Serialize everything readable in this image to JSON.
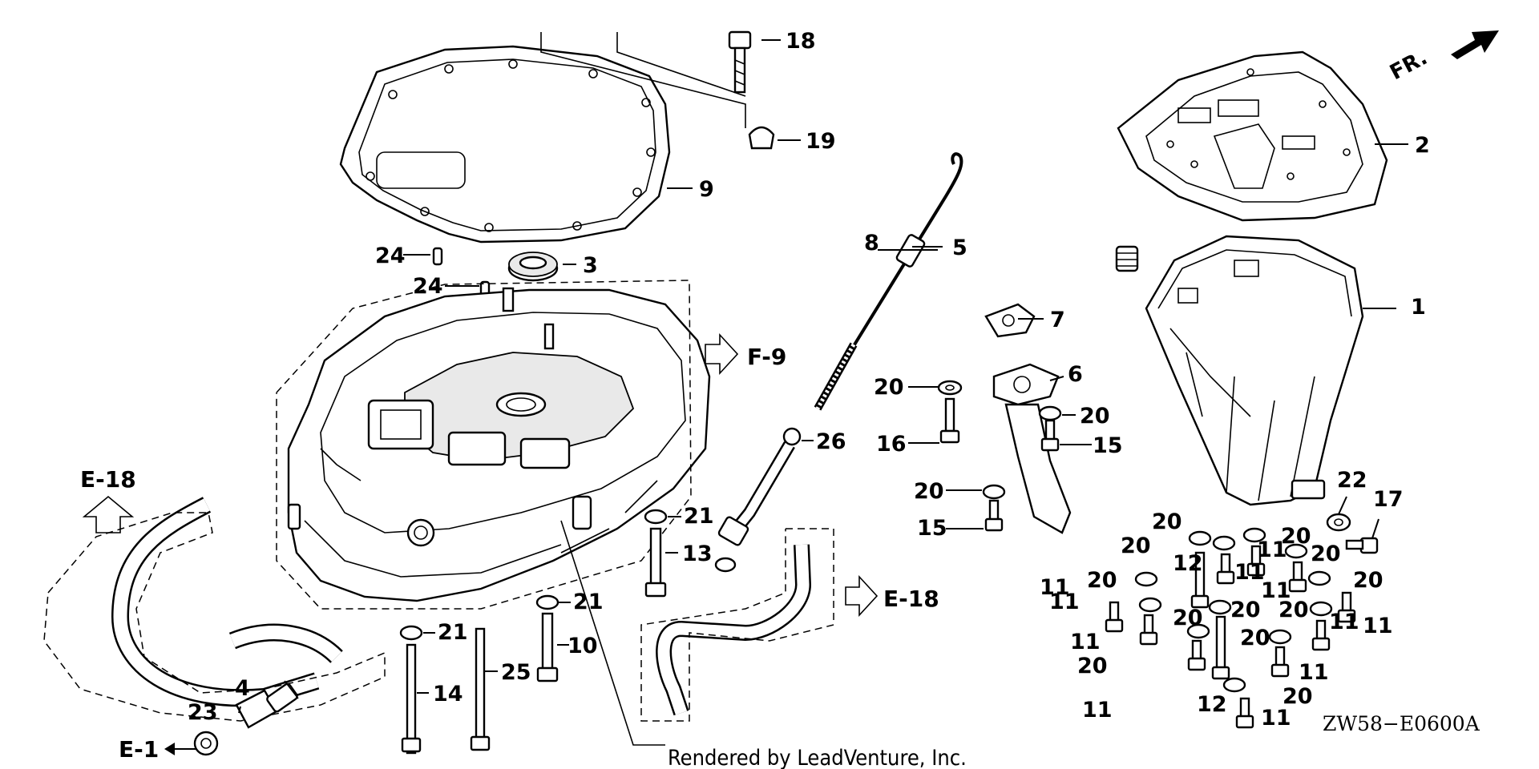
{
  "diagram": {
    "diagram_code": "ZW58−E0600A",
    "credit": "Rendered by LeadVenture, Inc.",
    "direction_label": "FR.",
    "references": {
      "e18_left": "E-18",
      "e18_right": "E-18",
      "f9": "F-9",
      "e1": "E-1"
    },
    "callouts": {
      "n1": "1",
      "n2": "2",
      "n3": "3",
      "n4": "4",
      "n5": "5",
      "n6": "6",
      "n7": "7",
      "n8": "8",
      "n9": "9",
      "n10": "10",
      "n11": "11",
      "n12": "12",
      "n13": "13",
      "n14": "14",
      "n15": "15",
      "n16": "16",
      "n17": "17",
      "n18": "18",
      "n19": "19",
      "n20": "20",
      "n21": "21",
      "n22": "22",
      "n23": "23",
      "n24": "24",
      "n25": "25",
      "n26": "26"
    }
  }
}
